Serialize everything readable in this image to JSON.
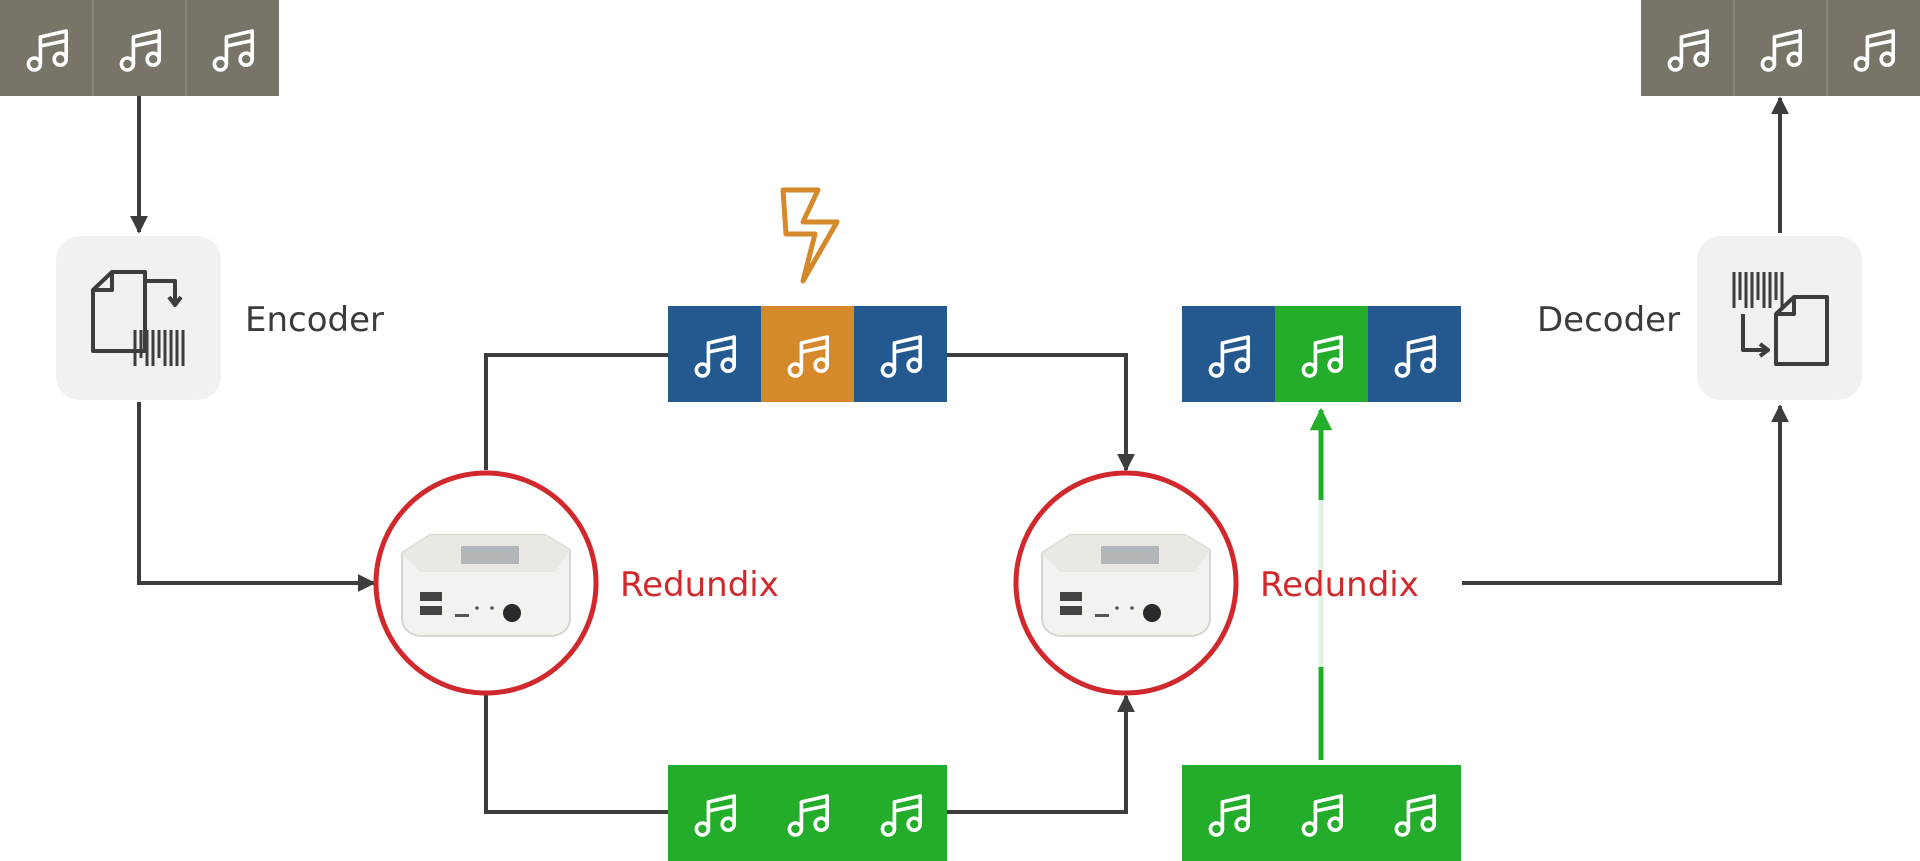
{
  "labels": {
    "encoder": "Encoder",
    "decoder": "Decoder",
    "redundix_left": "Redundix",
    "redundix_right": "Redundix"
  },
  "packet_groups": {
    "input": [
      "gray",
      "gray",
      "gray"
    ],
    "top_path": [
      "blue",
      "orange",
      "blue"
    ],
    "bottom_path": [
      "green",
      "green",
      "green"
    ],
    "recovered": [
      "blue",
      "green",
      "blue"
    ],
    "backup_copy": [
      "green",
      "green",
      "green"
    ],
    "output": [
      "gray",
      "gray",
      "gray"
    ]
  },
  "icons": {
    "packet": "music-note-icon",
    "encoder": "file-to-barcode-icon",
    "decoder": "barcode-to-file-icon",
    "fault": "lightning-bolt-icon",
    "device": "redundix-device-image"
  },
  "colors": {
    "gray": "#787568",
    "blue": "#23598f",
    "orange": "#d5892a",
    "green": "#23ad2b",
    "line": "#3d3d3d",
    "red": "#d0282c",
    "box": "#f1f1ef",
    "text": "#3b3b3b"
  }
}
